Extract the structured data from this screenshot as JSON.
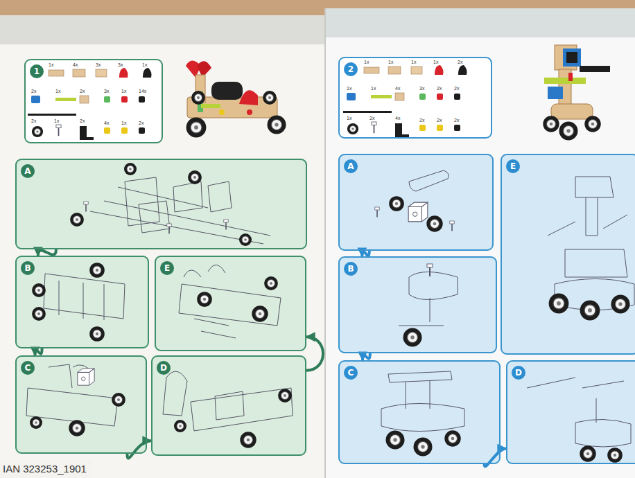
{
  "diagram": {
    "nodes": [
      {
        "text": [
          "1"
        ]
      },
      {
        "text": [
          "A"
        ]
      },
      {
        "text": [
          "B"
        ]
      },
      {
        "text": [
          "E"
        ]
      },
      {
        "text": [
          "C"
        ]
      },
      {
        "text": [
          "D"
        ]
      },
      {
        "text": [
          "2"
        ]
      },
      {
        "text": [
          "A"
        ]
      },
      {
        "text": [
          "E"
        ]
      },
      {
        "text": [
          "B"
        ]
      },
      {
        "text": [
          "C"
        ]
      },
      {
        "text": [
          "D"
        ]
      }
    ],
    "edges": [
      {
        "from": 1,
        "to": 2,
        "arrow": "to"
      },
      {
        "from": 2,
        "to": 4,
        "arrow": "to"
      },
      {
        "from": 4,
        "to": 5,
        "arrow": "to"
      },
      {
        "from": 5,
        "to": 3,
        "arrow": "to"
      },
      {
        "from": 7,
        "to": 9,
        "arrow": "to"
      },
      {
        "from": 9,
        "to": 10,
        "arrow": "to"
      },
      {
        "from": 10,
        "to": 11,
        "arrow": "to"
      }
    ],
    "labels": [
      "1x",
      "4x",
      "3x",
      "3x",
      "1x",
      "2x",
      "1x",
      "2x",
      "3x",
      "1x",
      "14x",
      "2x",
      "1x",
      "2x",
      "4x",
      "1x",
      "2x",
      "1x",
      "1x",
      "1x",
      "1x",
      "2x",
      "1x",
      "1x",
      "4x",
      "3x",
      "2x",
      "2x",
      "1x",
      "2x",
      "4x",
      "2x",
      "2x",
      "2x",
      "IAN 323253_1901"
    ]
  }
}
